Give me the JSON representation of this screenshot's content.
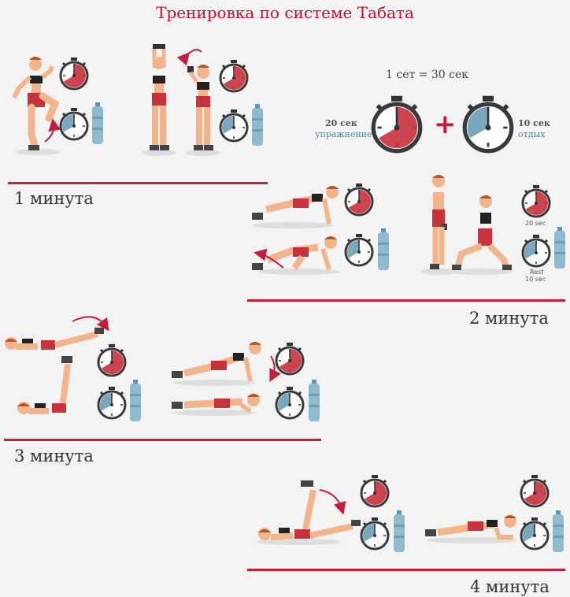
{
  "title": "Тренировка по системе Табата",
  "set_formula": "1 сет = 30 сек",
  "work": {
    "time": "20 сек",
    "label": "упражнение"
  },
  "rest": {
    "time": "10 сек",
    "label": "отдых"
  },
  "plus": "+",
  "small_timer_labels": {
    "work": "20 sec",
    "rest_word": "Rest",
    "rest_time": "10 sec"
  },
  "minutes": [
    "1 минута",
    "2 минута",
    "3 минута",
    "4 минута"
  ],
  "colors": {
    "accent": "#c41e3a",
    "work": "#c8323c",
    "rest": "#7aa7bd",
    "skin": "#f2b48a",
    "hair": "#b5562a",
    "shoe": "#444444"
  }
}
